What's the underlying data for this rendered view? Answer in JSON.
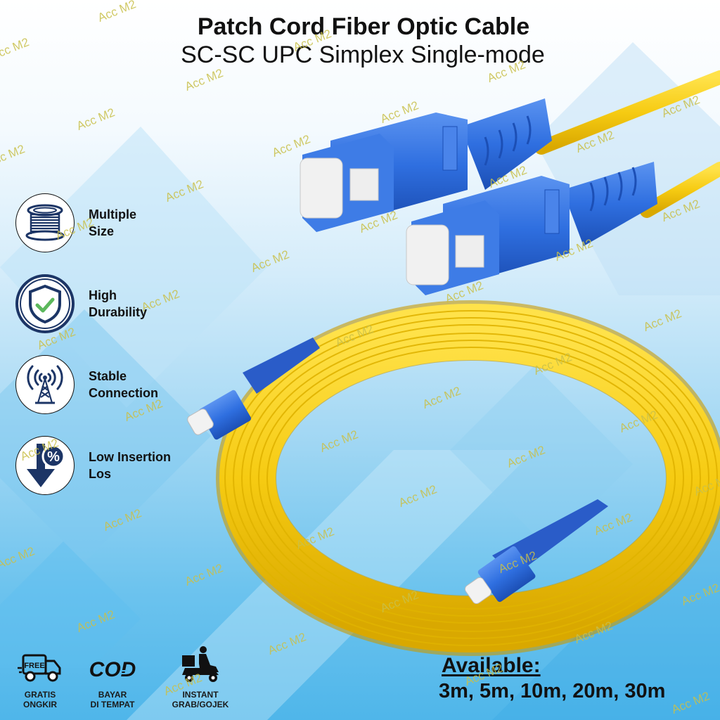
{
  "header": {
    "title": "Patch Cord Fiber Optic Cable",
    "subtitle": "SC-SC UPC Simplex Single-mode"
  },
  "features": [
    {
      "icon": "cable-spool-icon",
      "line1": "Multiple",
      "line2": "Size"
    },
    {
      "icon": "shield-check-icon",
      "line1": "High",
      "line2": "Durability"
    },
    {
      "icon": "signal-tower-icon",
      "line1": "Stable",
      "line2": "Connection"
    },
    {
      "icon": "down-arrow-percent-icon",
      "line1": "Low Insertion",
      "line2": "Los"
    }
  ],
  "services": [
    {
      "icon": "free-delivery-truck-icon",
      "badge": "FREE",
      "line1": "GRATIS",
      "line2": "ONGKIR"
    },
    {
      "icon": "cod-icon",
      "badge": "COD",
      "line1": "BAYAR",
      "line2": "DI TEMPAT"
    },
    {
      "icon": "delivery-scooter-icon",
      "line1": "INSTANT",
      "line2": "GRAB/GOJEK"
    }
  ],
  "availability": {
    "heading": "Available:",
    "sizes": "3m, 5m, 10m, 20m, 30m"
  },
  "watermark": "Acc M2",
  "colors": {
    "connector_blue": "#2f6fe0",
    "cable_yellow": "#f5cf14",
    "icon_navy": "#1c3566",
    "check_green": "#5cb85c",
    "watermark": "#c9c04a"
  }
}
